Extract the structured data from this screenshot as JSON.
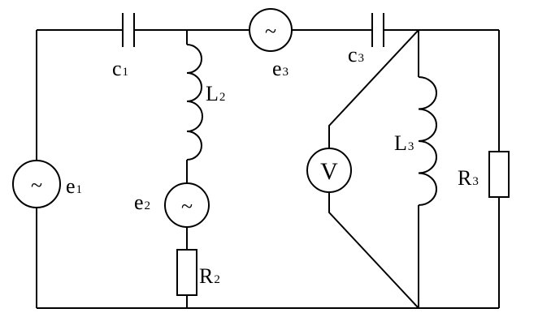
{
  "diagram": {
    "labels": {
      "c1": {
        "main": "c",
        "sub": "1"
      },
      "c3": {
        "main": "c",
        "sub": "3"
      },
      "e1": {
        "main": "e",
        "sub": "1"
      },
      "e2": {
        "main": "e",
        "sub": "2"
      },
      "e3": {
        "main": "e",
        "sub": "3"
      },
      "L2": {
        "main": "L",
        "sub": "2"
      },
      "L3": {
        "main": "L",
        "sub": "3"
      },
      "R2": {
        "main": "R",
        "sub": "2"
      },
      "R3": {
        "main": "R",
        "sub": "3"
      }
    },
    "meter_symbol": "V",
    "source_symbol": "~"
  }
}
